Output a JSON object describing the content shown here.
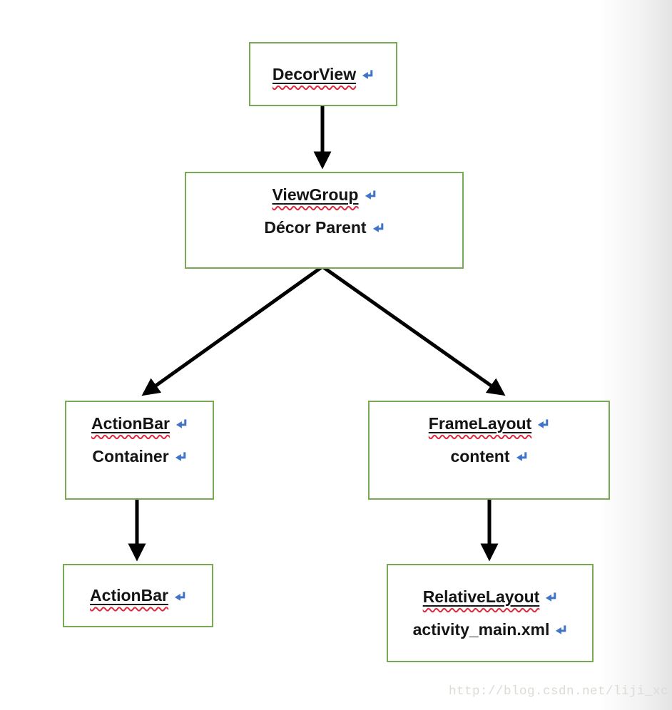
{
  "nodes": {
    "decorview": {
      "title": "DecorView"
    },
    "viewgroup": {
      "title": "ViewGroup",
      "subtitle": "Décor Parent"
    },
    "actionbar_container": {
      "title": "ActionBar",
      "subtitle": "Container"
    },
    "framelayout": {
      "title": "FrameLayout",
      "subtitle": "content"
    },
    "actionbar": {
      "title": "ActionBar"
    },
    "relativelayout": {
      "title": "RelativeLayout",
      "subtitle": "activity_main.xml"
    }
  },
  "icons": {
    "return_arrow": "↵"
  },
  "colors": {
    "box_border": "#76ab53",
    "arrow": "#000000",
    "return_arrow_blue": "#3f74c8",
    "squiggle_red": "#e02840",
    "underline_black": "#161616",
    "edge_shadow": "#e4e4e4"
  },
  "watermark": {
    "text": "http://blog.csdn.net/liji_xc"
  }
}
